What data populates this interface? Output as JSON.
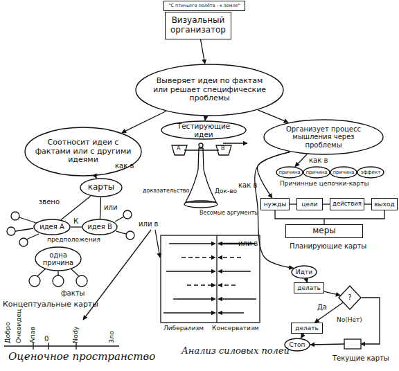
{
  "diagram": {
    "nodes": [
      {
        "text": [
          "\"С птичьего полёта - к земле\""
        ]
      },
      {
        "text": [
          "Визуальный организатор"
        ]
      },
      {
        "text": [
          "Выверяет идеи по фактам или решает специфические проблемы"
        ]
      },
      {
        "text": [
          "Соотносит идеи с фактами или с другими идеями"
        ]
      },
      {
        "text": [
          "Тестирующие идеи"
        ]
      },
      {
        "text": [
          "Организует процесс мышления через проблемы"
        ]
      },
      {
        "text": [
          "карты"
        ]
      },
      {
        "text": [
          "идея А"
        ]
      },
      {
        "text": [
          "идея В"
        ]
      },
      {
        "text": [
          "одна причина"
        ]
      },
      {
        "text": [
          "причина"
        ]
      },
      {
        "text": [
          "причина"
        ]
      },
      {
        "text": [
          "причина"
        ]
      },
      {
        "text": [
          "эффект"
        ]
      },
      {
        "text": [
          "нужды"
        ]
      },
      {
        "text": [
          "цели"
        ]
      },
      {
        "text": [
          "действия"
        ]
      },
      {
        "text": [
          "выход"
        ]
      },
      {
        "text": [
          "меры"
        ]
      },
      {
        "text": [
          "Идти"
        ]
      },
      {
        "text": [
          "делать"
        ]
      },
      {
        "text": [
          "?"
        ]
      },
      {
        "text": [
          "делать"
        ]
      },
      {
        "text": [
          "Стоп"
        ]
      }
    ],
    "edges": [
      {
        "from": 1,
        "to": 2,
        "arrow": "to"
      },
      {
        "from": 2,
        "to": 3,
        "arrow": "to"
      },
      {
        "from": 2,
        "to": 4,
        "arrow": "to"
      },
      {
        "from": 2,
        "to": 5,
        "arrow": "to"
      },
      {
        "from": 3,
        "to": 6,
        "arrow": "to",
        "label": "как в"
      },
      {
        "from": 6,
        "to": 7,
        "arrow": "none",
        "label": "звено"
      },
      {
        "from": 6,
        "to": 8,
        "arrow": "none",
        "label": "или"
      },
      {
        "from": 7,
        "to": 8,
        "arrow": "none",
        "label": "К"
      },
      {
        "from": 5,
        "to": 10,
        "arrow": "to",
        "label": "как в"
      },
      {
        "from": 5,
        "to": 14,
        "arrow": "to",
        "label": "как в"
      },
      {
        "from": 5,
        "to": 19,
        "arrow": "to",
        "label": "или в"
      },
      {
        "from": 14,
        "to": 15,
        "arrow": "none"
      },
      {
        "from": 15,
        "to": 16,
        "arrow": "none"
      },
      {
        "from": 16,
        "to": 17,
        "arrow": "none"
      },
      {
        "from": 19,
        "to": 20,
        "arrow": "to"
      },
      {
        "from": 20,
        "to": 21,
        "arrow": "to"
      },
      {
        "from": 21,
        "to": 22,
        "arrow": "to",
        "label": "Да"
      },
      {
        "from": 22,
        "to": 23,
        "arrow": "to"
      }
    ],
    "labels": [
      "предположения",
      "факты",
      "Концептуальные карты",
      "Добро",
      "Очевидец",
      "Апав",
      "0",
      "Nody",
      "Зло",
      "Оценочное пространство",
      "А",
      "В",
      "доказательство",
      "Док-во",
      "Весомые аргументы",
      "или в",
      "Либерализм",
      "Консерватизм",
      "Анализ силовых полей",
      "Причинные цепочки-карты",
      "Планирующие карты",
      "No(Нет)",
      "Текущие карты"
    ]
  }
}
